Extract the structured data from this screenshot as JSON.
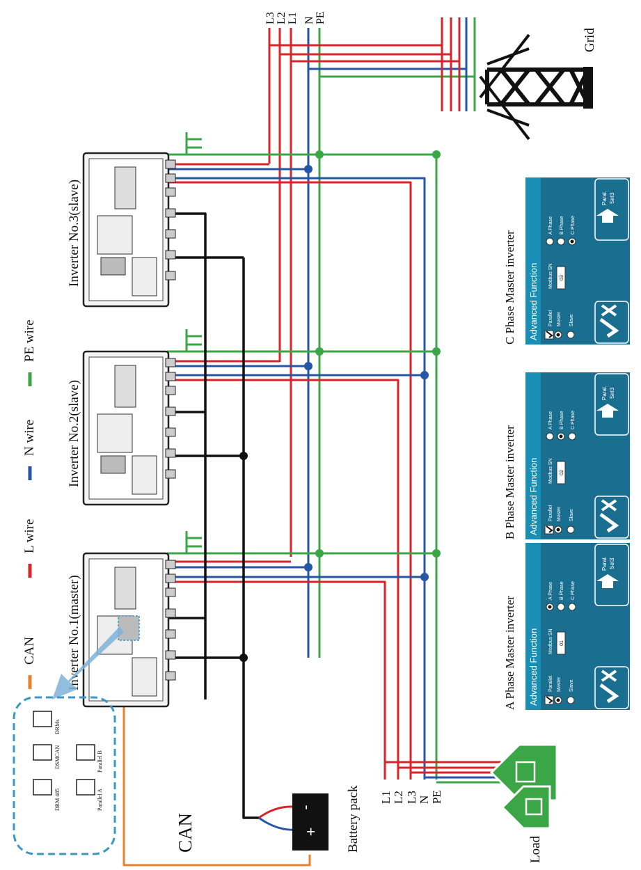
{
  "inverters": [
    {
      "label": "Inverter No.1(master)"
    },
    {
      "label": "Inverter No.2(slave)"
    },
    {
      "label": "Inverter No.3(slave)"
    }
  ],
  "legend": [
    {
      "label": "CAN",
      "color": "#e8822a"
    },
    {
      "label": "L wire",
      "color": "#d8232a"
    },
    {
      "label": "N wire",
      "color": "#2456a5"
    },
    {
      "label": "PE wire",
      "color": "#3aa645"
    }
  ],
  "grid": {
    "label": "Grid",
    "lines": [
      "L3",
      "L2",
      "L1",
      "N",
      "PE"
    ]
  },
  "load": {
    "label": "Load",
    "lines": [
      "L1",
      "L2",
      "L3",
      "N",
      "PE"
    ]
  },
  "battery": {
    "label": "Battery pack",
    "minus": "-",
    "plus": "+"
  },
  "can_label": "CAN",
  "ports": {
    "labels": [
      "DRM 485",
      "DSMCAN",
      "DRMs",
      "Parallel A",
      "Parallel B"
    ]
  },
  "screens": [
    {
      "caption": "A Phase Master inverter",
      "sn": "01",
      "selected_phase": 0
    },
    {
      "caption": "B Phase Master inverter",
      "sn": "02",
      "selected_phase": 1
    },
    {
      "caption": "C Phase Master inverter",
      "sn": "03",
      "selected_phase": 2
    }
  ],
  "screen_ui": {
    "title": "Advanced Function",
    "parallel": "Parallel",
    "master": "Master",
    "slave": "Slave",
    "modbus": "Modbus SN",
    "phases": [
      "A Phase",
      "B Phase",
      "C Phase"
    ],
    "set_label_1": "Paral.",
    "set_label_2": "Set3"
  },
  "colors": {
    "can": "#e8822a",
    "l_wire": "#d8232a",
    "n_wire": "#2456a5",
    "pe_wire": "#3aa645",
    "screen_bg": "#1a6f90",
    "screen_title": "#1a8fb5"
  }
}
